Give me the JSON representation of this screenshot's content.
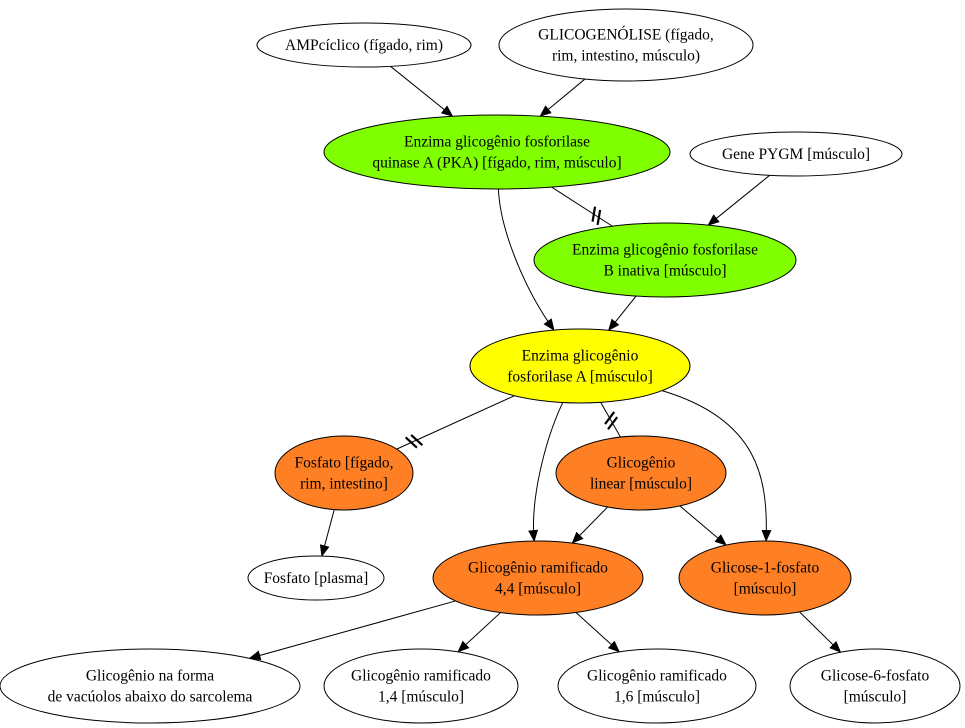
{
  "nodes": [
    {
      "id": "ampciclico",
      "lines": [
        "AMPcíclico (fígado, rim)"
      ],
      "fill": "#ffffff"
    },
    {
      "id": "glicogenolise",
      "lines": [
        "GLICOGENÓLISE (fígado,",
        "rim, intestino, músculo)"
      ],
      "fill": "#ffffff"
    },
    {
      "id": "pka",
      "lines": [
        "Enzima glicogênio fosforilase",
        "quinase A (PKA) [fígado, rim, músculo]"
      ],
      "fill": "#7fff00"
    },
    {
      "id": "pygm",
      "lines": [
        "Gene PYGM [músculo]"
      ],
      "fill": "#ffffff"
    },
    {
      "id": "fosforilase_b",
      "lines": [
        "Enzima glicogênio fosforilase",
        "B inativa [músculo]"
      ],
      "fill": "#7fff00"
    },
    {
      "id": "fosforilase_a",
      "lines": [
        "Enzima glicogênio",
        "fosforilase A [músculo]"
      ],
      "fill": "#ffff00"
    },
    {
      "id": "fosfato_figado",
      "lines": [
        "Fosfato [fígado,",
        "rim, intestino]"
      ],
      "fill": "#ff7f24"
    },
    {
      "id": "glicogenio_linear",
      "lines": [
        "Glicogênio",
        "linear [músculo]"
      ],
      "fill": "#ff7f24"
    },
    {
      "id": "fosfato_plasma",
      "lines": [
        "Fosfato [plasma]"
      ],
      "fill": "#ffffff"
    },
    {
      "id": "glicogenio_ram44",
      "lines": [
        "Glicogênio ramificado",
        "4,4 [músculo]"
      ],
      "fill": "#ff7f24"
    },
    {
      "id": "glicose1f",
      "lines": [
        "Glicose-1-fosfato",
        "[músculo]"
      ],
      "fill": "#ff7f24"
    },
    {
      "id": "vacuolos",
      "lines": [
        "Glicogênio na forma",
        "de vacúolos abaixo do sarcolema"
      ],
      "fill": "#ffffff"
    },
    {
      "id": "glicogenio_ram14",
      "lines": [
        "Glicogênio ramificado",
        "1,4 [músculo]"
      ],
      "fill": "#ffffff"
    },
    {
      "id": "glicogenio_ram16",
      "lines": [
        "Glicogênio ramificado",
        "1,6 [músculo]"
      ],
      "fill": "#ffffff"
    },
    {
      "id": "glicose6f",
      "lines": [
        "Glicose-6-fosfato",
        "[músculo]"
      ],
      "fill": "#ffffff"
    }
  ],
  "edges": [
    {
      "from": "ampciclico",
      "to": "pka",
      "type": "activation"
    },
    {
      "from": "glicogenolise",
      "to": "pka",
      "type": "activation"
    },
    {
      "from": "pka",
      "to": "fosforilase_a",
      "type": "activation"
    },
    {
      "from": "pka",
      "to": "fosforilase_b",
      "type": "inhibition"
    },
    {
      "from": "pygm",
      "to": "fosforilase_b",
      "type": "activation"
    },
    {
      "from": "fosforilase_b",
      "to": "fosforilase_a",
      "type": "activation"
    },
    {
      "from": "fosforilase_a",
      "to": "fosfato_figado",
      "type": "inhibition"
    },
    {
      "from": "fosforilase_a",
      "to": "glicogenio_linear",
      "type": "inhibition"
    },
    {
      "from": "fosforilase_a",
      "to": "glicogenio_ram44",
      "type": "activation"
    },
    {
      "from": "fosforilase_a",
      "to": "glicose1f",
      "type": "activation"
    },
    {
      "from": "fosfato_figado",
      "to": "fosfato_plasma",
      "type": "activation"
    },
    {
      "from": "glicogenio_linear",
      "to": "glicogenio_ram44",
      "type": "activation"
    },
    {
      "from": "glicogenio_linear",
      "to": "glicose1f",
      "type": "activation"
    },
    {
      "from": "glicogenio_ram44",
      "to": "vacuolos",
      "type": "activation"
    },
    {
      "from": "glicogenio_ram44",
      "to": "glicogenio_ram14",
      "type": "activation"
    },
    {
      "from": "glicogenio_ram44",
      "to": "glicogenio_ram16",
      "type": "activation"
    },
    {
      "from": "glicose1f",
      "to": "glicose6f",
      "type": "activation"
    }
  ]
}
